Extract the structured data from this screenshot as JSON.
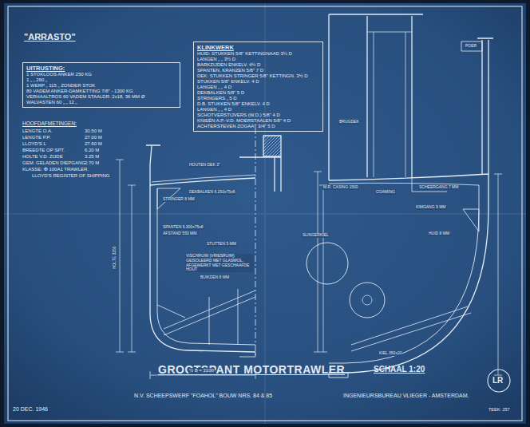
{
  "diagram": {
    "title": "GROOTSPANT MOTORTRAWLER",
    "nodes": [
      {
        "text": [
          "UITRUSTING:",
          "1 STOKLOOS ANKER 250 KG",
          "1 „ „ 260 „",
          "1 WERP „ 115 „ ZONDER STOK",
          "80 VADEM ANKER-DAMKETTING 7/8\" - 1300 KG",
          "VERHAALTROS 60 VADEM STAALDR. 2x18, 36 MM Ø",
          "WALVASTEN 60 „ „ 12 „"
        ]
      },
      {
        "text": [
          "KLINKWERK",
          "HUID: STUKKEN 5/8\" KETTINGNAAD 3½ D",
          "LANGEN „ „ 3½ D",
          "BARKZIJDEN ENKELV. 4½ D",
          "SPANTEN, KRANZEN 5/8\" 7 D",
          "DEK: STUKKEN STRINGER 5/8\" KETTINGN. 3½ D",
          "STUKKEN 5/8\" ENKELV. 4 D",
          "LANGEN „ „ 4 D",
          "DEKBALKEN 5/8\" 5 D",
          "STRINGERS „ 5 D",
          "D.B. STUKKEN 5/8\" ENKELV. 4 D",
          "LANGEN „ „ 4 D",
          "SCHOTVERSTIJVERS (W.D.) 5/8\" 4 D",
          "KNIEËN A.P.-V.D. MOERSTAALEN 5/8\" 4 D",
          "ACHTERSTEVEN ZOGAAT 3/4\" 5 D"
        ]
      }
    ],
    "labels": [
      "\"ARRASTO\"",
      "HOOFDAFMETINGEN:",
      "LENGTE O.A.",
      "30.50 M",
      "LENGTE P.P.",
      "27.00 M",
      "LLOYD'S L",
      "27.60 M",
      "BREEDTE OP SPT.",
      "6.20 M",
      "HOLTE V.D. ZIJDE",
      "3.25 M",
      "GEM. GELADEN DIEPGANG",
      "2.70 M",
      "KLASSE: ✠ 100A1 TRAWLER.",
      "LLOYD'S REGISTER OF SHIPPING",
      "SCHAAL 1:20",
      "N.V. SCHEEPSWERF \"FOAHOL\" BOUW NRS. 84 & 85",
      "INGENIEURSBUREAU VLIEGER - AMSTERDAM.",
      "20 DEC. 1946",
      "TEEK: 257",
      "LR",
      "HOUTEN DEK 3\"",
      "SPANTEN 6.300x75x8",
      "AFSTAND 550 MM.",
      "STUTTEN 5 MM",
      "VISCHRUIM (VRIESRUIM) GEISOLEERD MET GLASWOL, AFGEWERKT MET GESCHAAFDE HOUT",
      "BUIKDEN 8 MM",
      "½ B = 3100",
      "M.R. CASING 1500",
      "BRUGDEK",
      "COAMING",
      "SCHEERGANG 7 MM",
      "KIMGANG 9 MM",
      "HUID 8 MM",
      "KIEL 350x20",
      "SLINGERKIEL",
      "HOLTE 3250",
      "STRINGER 8 MM",
      "DEKBALKEN 6.150x75x8",
      "POER"
    ]
  }
}
